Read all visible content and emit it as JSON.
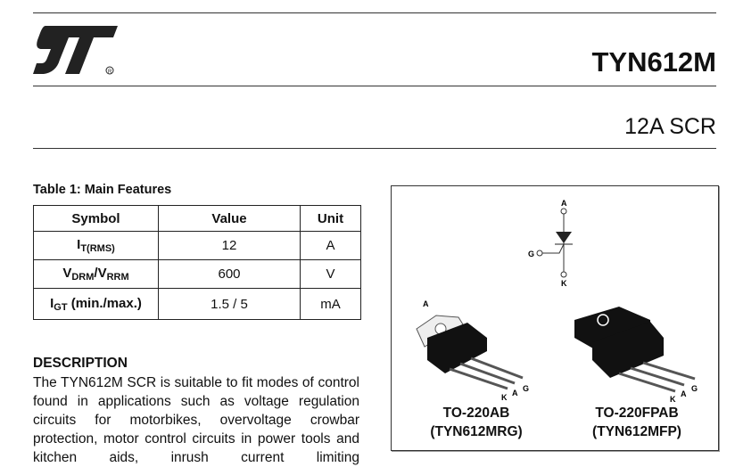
{
  "header": {
    "logo": "ST",
    "part_number": "TYN612M",
    "subtitle": "12A SCR"
  },
  "table1": {
    "title": "Table 1: Main Features",
    "headers": [
      "Symbol",
      "Value",
      "Unit"
    ],
    "rows": [
      {
        "sym": "I",
        "sub": "T(RMS)",
        "sym2": "",
        "sub2": "",
        "value": "12",
        "unit": "A"
      },
      {
        "sym": "V",
        "sub": "DRM",
        "sym2": "/V",
        "sub2": "RRM",
        "value": "600",
        "unit": "V"
      },
      {
        "sym": "I",
        "sub": "GT",
        "sym2": " (min./max.)",
        "sub2": "",
        "value": "1.5 / 5",
        "unit": "mA"
      }
    ]
  },
  "description": {
    "heading": "DESCRIPTION",
    "text": "The TYN612M SCR is suitable to fit modes of control found in applications such as voltage regulation circuits for motorbikes, overvoltage crowbar protection, motor control circuits in power tools and kitchen aids, inrush current limiting"
  },
  "figure": {
    "pins": {
      "a": "A",
      "g": "G",
      "k": "K"
    },
    "packages": [
      {
        "name": "TO-220AB",
        "code": "(TYN612MRG)"
      },
      {
        "name": "TO-220FPAB",
        "code": "(TYN612MFP)"
      }
    ]
  }
}
